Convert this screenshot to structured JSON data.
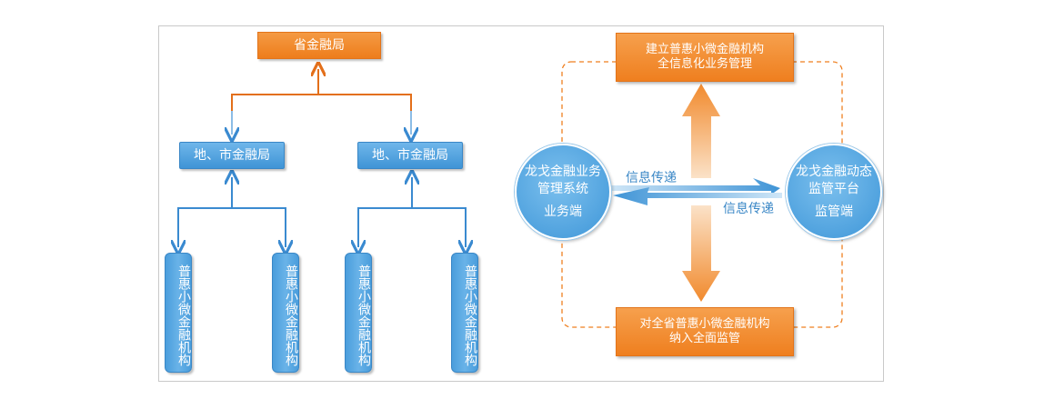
{
  "left_tree": {
    "root": "省金融局",
    "mid": [
      "地、市金融局",
      "地、市金融局"
    ],
    "leaves": [
      "普惠小微金融机构",
      "普惠小微金融机构",
      "普惠小微金融机构",
      "普惠小微金融机构"
    ]
  },
  "right_flow": {
    "top": [
      "建立普惠小微金融机构",
      "全信息化业务管理"
    ],
    "bottom": [
      "对全省普惠小微金融机构",
      "纳入全面监管"
    ],
    "left_circle": [
      "龙戈金融业务",
      "管理系统",
      "业务端"
    ],
    "right_circle": [
      "龙戈金融动态",
      "监管平台",
      "监管端"
    ],
    "arrow_label_top": "信息传递",
    "arrow_label_bottom": "信息传递"
  },
  "colors": {
    "orange": "#ef7f1f",
    "blue": "#3f94d6",
    "connector_blue": "#3a8ad0",
    "connector_orange": "#e36f1a"
  }
}
